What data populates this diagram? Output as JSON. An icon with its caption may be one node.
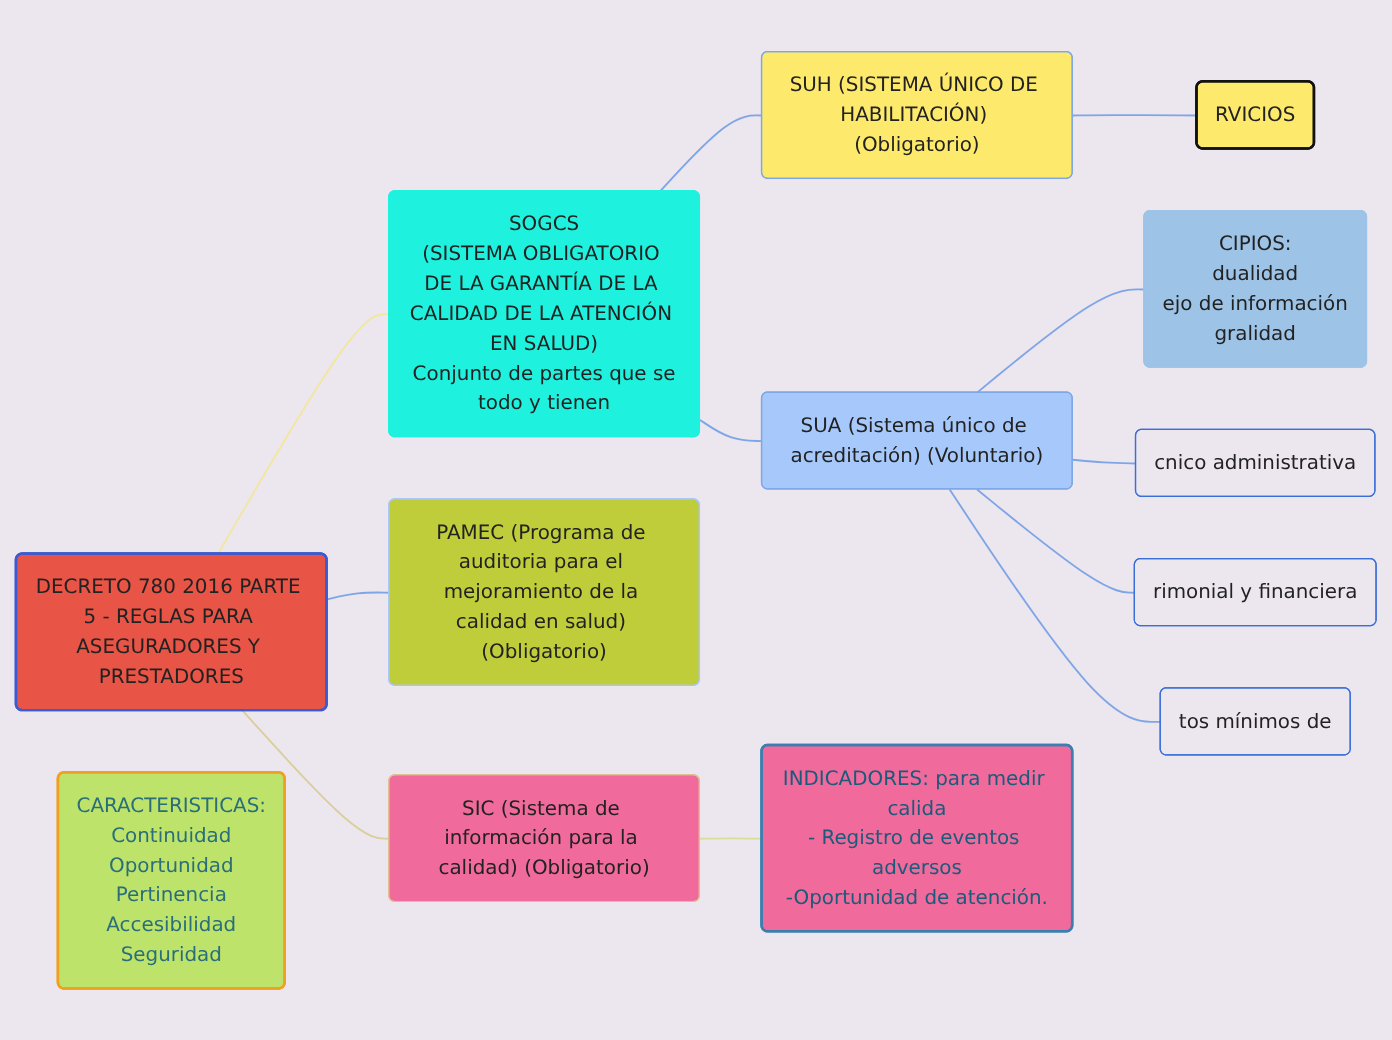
{
  "diagram": {
    "nodes": [
      {
        "text": [
          "DECRETO 780 2016 PARTE 5 - REGLAS PARA ASEGURADORES Y PRESTADORES"
        ]
      },
      {
        "text": [
          "SOGCS",
          "(SISTEMA OBLIGATORIO DE LA GARANTÍA DE LA CALIDAD DE LA ATENCIÓN EN SALUD)",
          "Conjunto de partes que se",
          "todo y tienen"
        ]
      },
      {
        "text": [
          "CARACTERISTICAS:",
          "Continuidad",
          "Oportunidad",
          "Pertinencia",
          "Accesibilidad",
          "Seguridad"
        ]
      },
      {
        "text": [
          "SUH (SISTEMA ÚNICO DE HABILITACIÓN) (Obligatorio)"
        ]
      },
      {
        "text": [
          "RVICIOS"
        ]
      },
      {
        "text": [
          "SUA (Sistema único de acreditación) (Voluntario)"
        ]
      },
      {
        "text": [
          "CIPIOS:",
          "dualidad",
          "ejo de información",
          "gralidad"
        ]
      },
      {
        "text": [
          "cnico administrativa"
        ]
      },
      {
        "text": [
          "rimonial y financiera"
        ]
      },
      {
        "text": [
          "tos mínimos de"
        ]
      },
      {
        "text": [
          "PAMEC (Programa de auditoria para el mejoramiento de la calidad en salud) (Obligatorio)"
        ]
      },
      {
        "text": [
          "SIC (Sistema de información para la calidad) (Obligatorio)"
        ]
      },
      {
        "text": [
          "INDICADORES: para medir calida",
          "- Registro de eventos adversos",
          "-Oportunidad de atención."
        ]
      }
    ],
    "edges": [
      {
        "from": 0,
        "to": 1,
        "arrow": "none",
        "color": "#f2e6a0"
      },
      {
        "from": 1,
        "to": 3,
        "arrow": "none"
      },
      {
        "from": 1,
        "to": 5,
        "arrow": "none"
      },
      {
        "from": 3,
        "to": 4,
        "arrow": "none"
      },
      {
        "from": 5,
        "to": 6,
        "arrow": "none"
      },
      {
        "from": 5,
        "to": 7,
        "arrow": "none"
      },
      {
        "from": 5,
        "to": 8,
        "arrow": "none"
      },
      {
        "from": 5,
        "to": 9,
        "arrow": "none"
      },
      {
        "from": 0,
        "to": 10,
        "arrow": "none"
      },
      {
        "from": 0,
        "to": 11,
        "arrow": "none",
        "color": "#d8cf9a"
      },
      {
        "from": 11,
        "to": 12,
        "arrow": "none",
        "color": "#d6e09a"
      }
    ]
  }
}
